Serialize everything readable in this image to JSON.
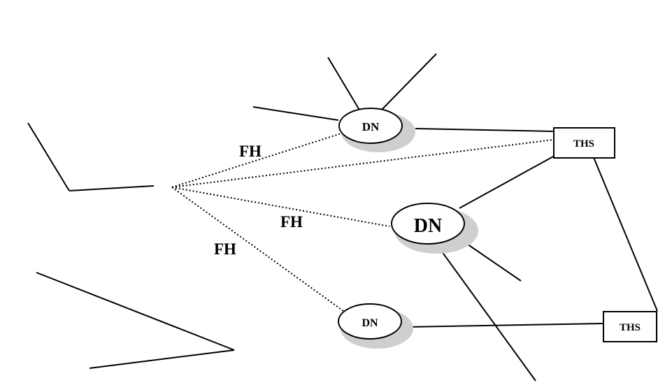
{
  "labels": {
    "dn": "DN",
    "ths": "THS",
    "fh": "FH"
  },
  "icons": {
    "tower": "antenna-tower-icon"
  },
  "colors": {
    "line": "#000000",
    "shadow": "#cfcfcf",
    "background": "#ffffff"
  }
}
